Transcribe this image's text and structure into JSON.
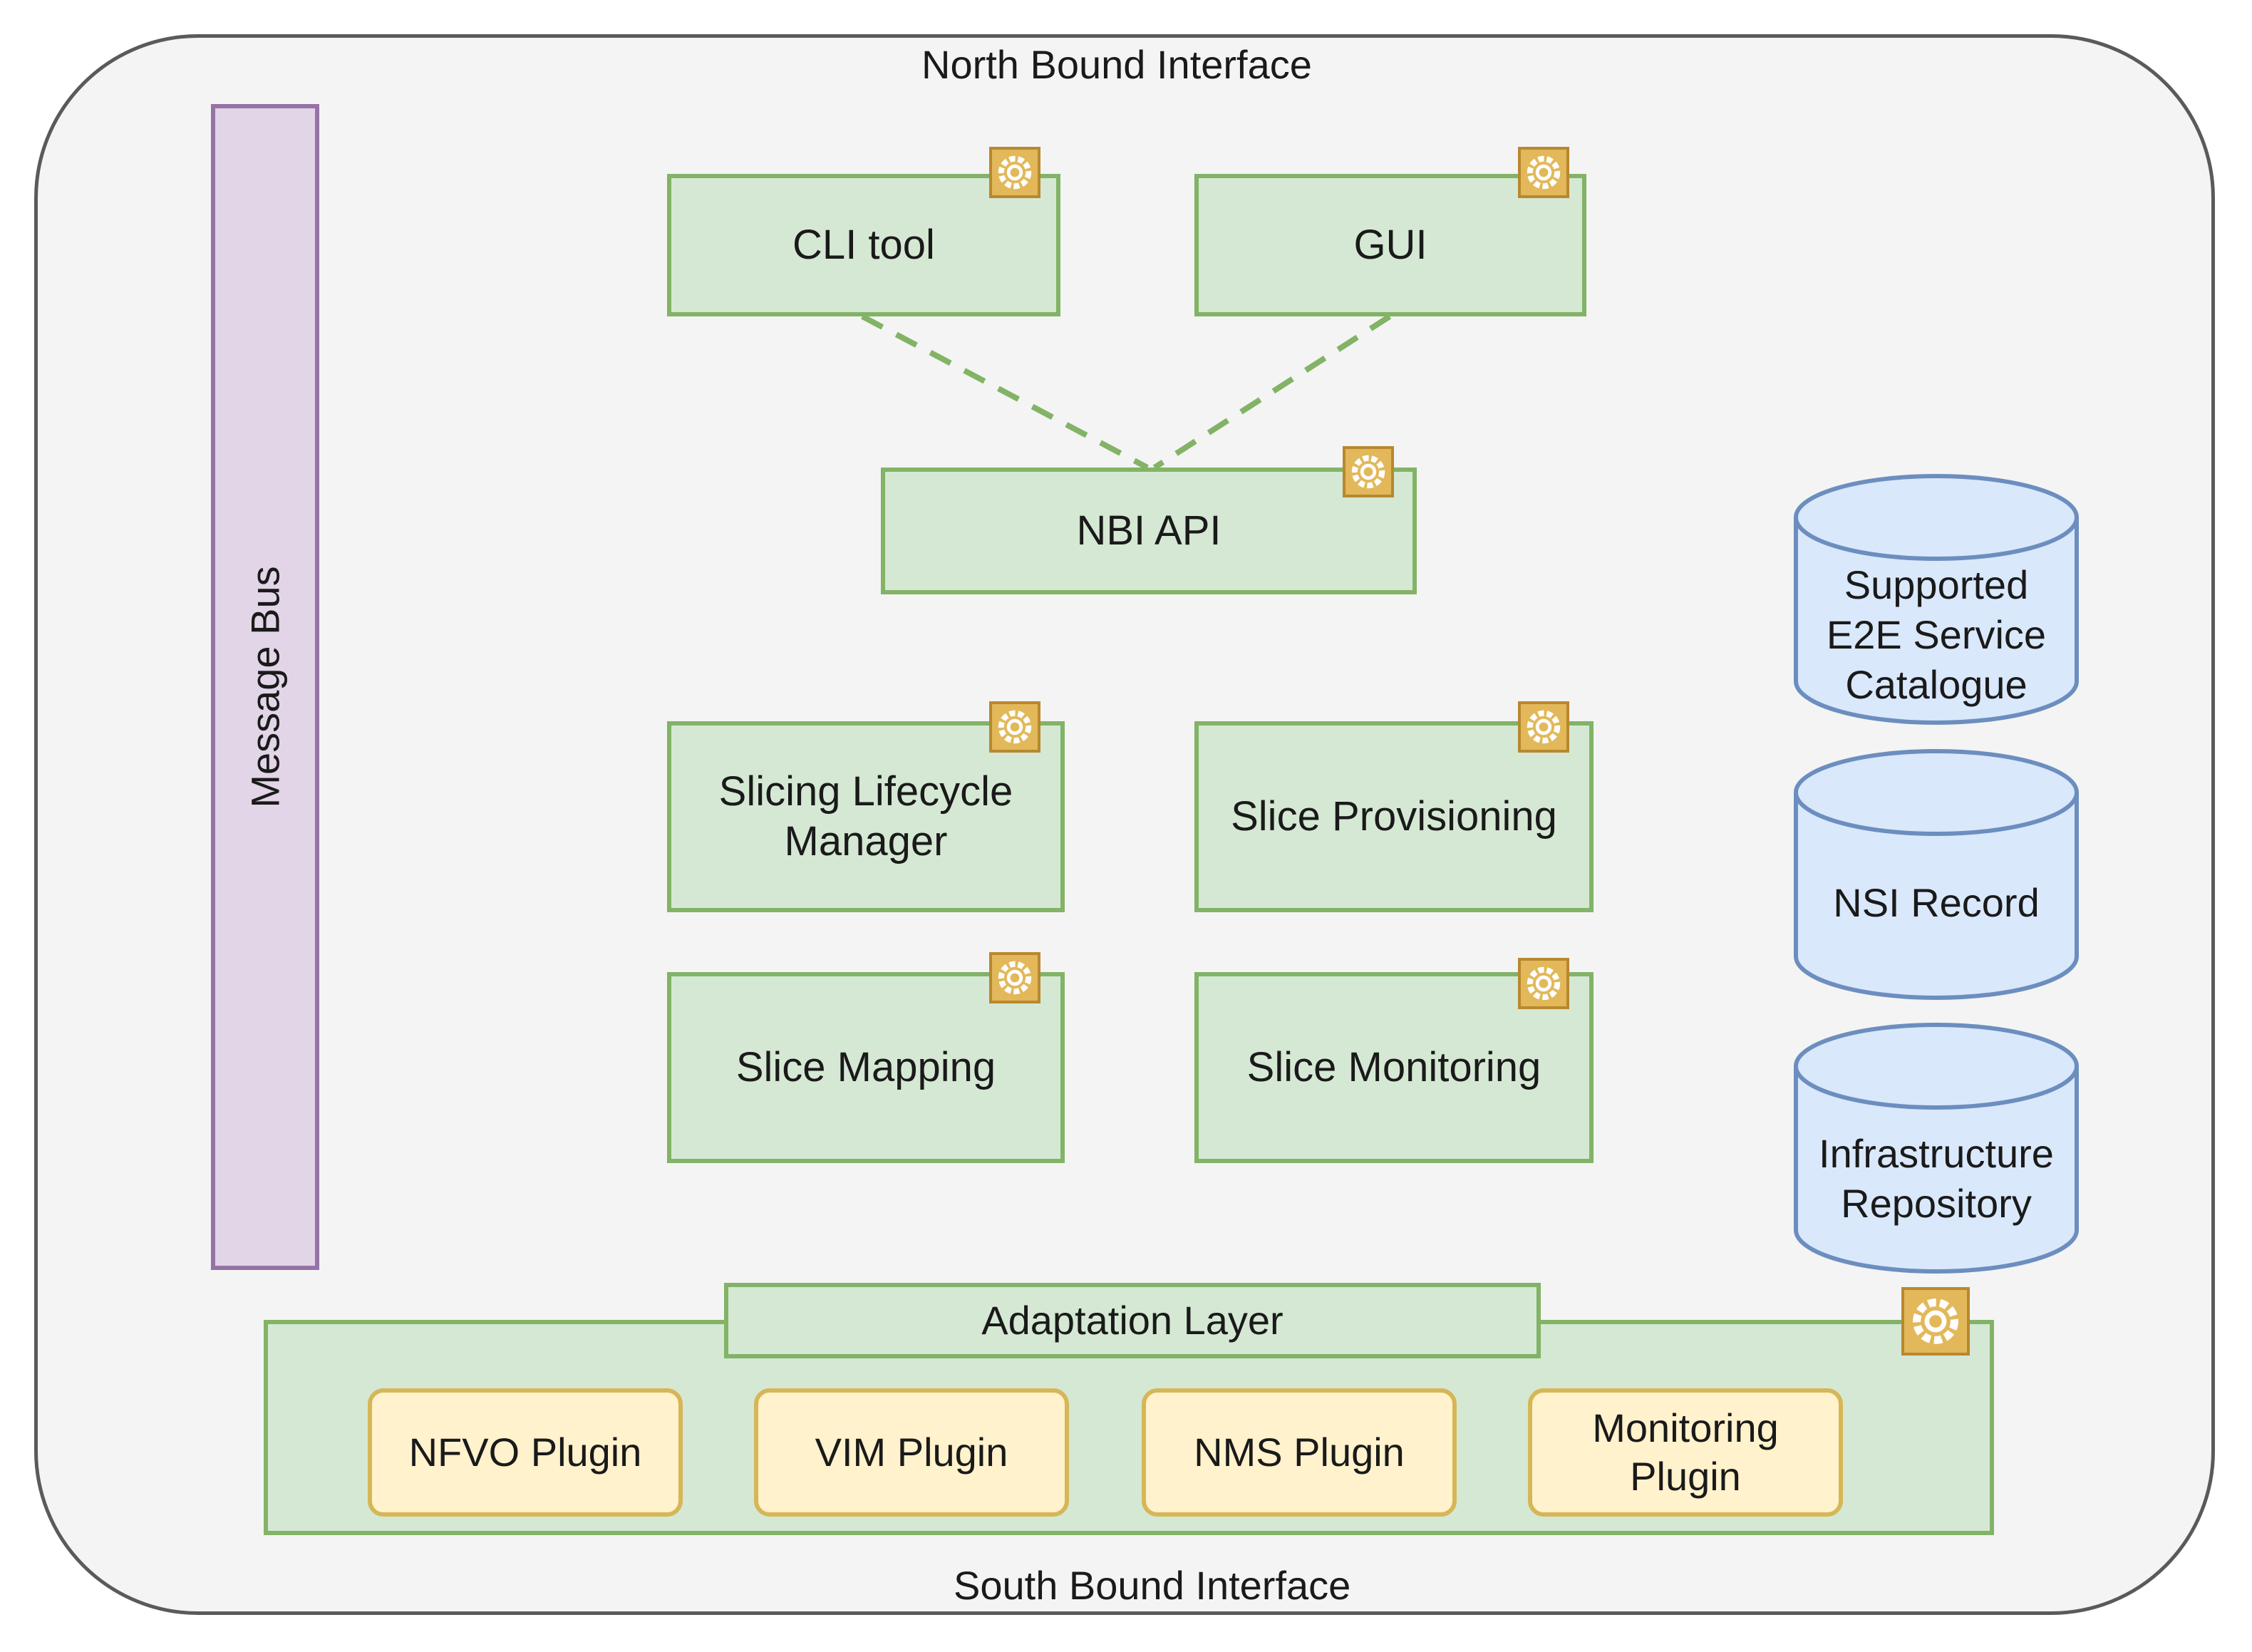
{
  "interfaces": {
    "north": "North Bound Interface",
    "south": "South Bound Interface"
  },
  "message_bus": "Message Bus",
  "components": {
    "cli_tool": "CLI tool",
    "gui": "GUI",
    "nbi_api": "NBI API",
    "slicing_lifecycle_manager": [
      "Slicing Lifecycle",
      "Manager"
    ],
    "slice_provisioning": "Slice Provisioning",
    "slice_mapping": "Slice Mapping",
    "slice_monitoring": "Slice Monitoring"
  },
  "databases": {
    "catalogue": [
      "Supported",
      "E2E Service",
      "Catalogue"
    ],
    "nsi_record": "NSI Record",
    "infrastructure": [
      "Infrastructure",
      "Repository"
    ]
  },
  "adaptation_layer": {
    "title": "Adaptation Layer",
    "plugins": {
      "nfvo": "NFVO Plugin",
      "vim": "VIM Plugin",
      "nms": "NMS Plugin",
      "monitoring": [
        "Monitoring",
        "Plugin"
      ]
    }
  },
  "icons": {
    "gear": "gear-icon",
    "gear_color": "#e2b85a",
    "component_fill": "#d5e8d4",
    "database_fill": "#dae8fc",
    "plugin_fill": "#fff2cc",
    "bus_fill": "#e1d5e7"
  }
}
